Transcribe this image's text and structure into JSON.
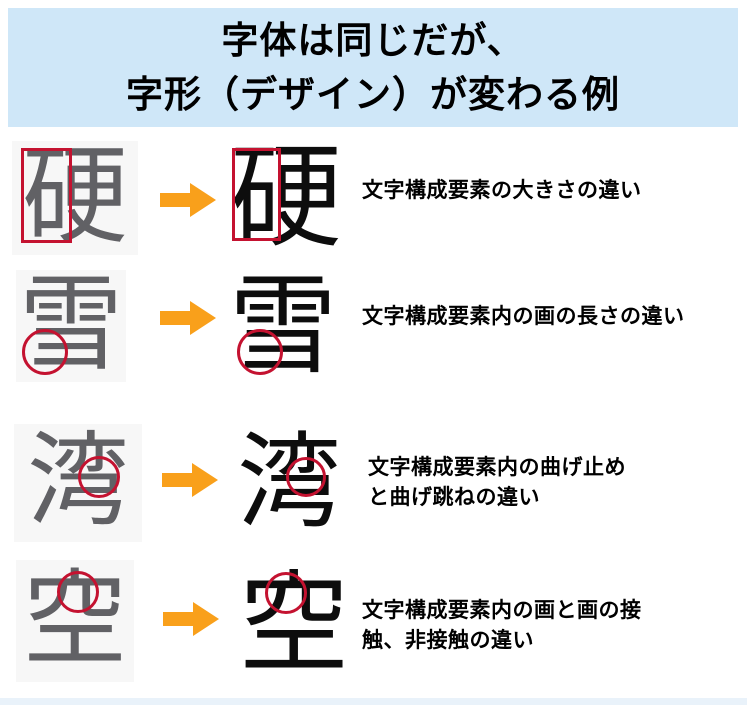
{
  "title": "字体は同じだが、\n字形（デザイン）が変わる例",
  "colors": {
    "banner-bg": "#cfe7f8",
    "arrow": "#f9a01b",
    "annotation": "#c41230",
    "gray-glyph": "#616165",
    "black-glyph": "#0d0d0d",
    "footer-bg": "#e9f2fa"
  },
  "rows": [
    {
      "character": "硬",
      "annotation_shape": "rectangle",
      "description": "文字構成要素の大きさの違い"
    },
    {
      "character": "雪",
      "annotation_shape": "circle",
      "description": "文字構成要素内の画の長さの違い"
    },
    {
      "character": "湾",
      "annotation_shape": "circle",
      "description": "文字構成要素内の曲げ止め\nと曲げ跳ねの違い"
    },
    {
      "character": "空",
      "annotation_shape": "circle",
      "description": "文字構成要素内の画と画の接\n触、非接触の違い"
    }
  ]
}
